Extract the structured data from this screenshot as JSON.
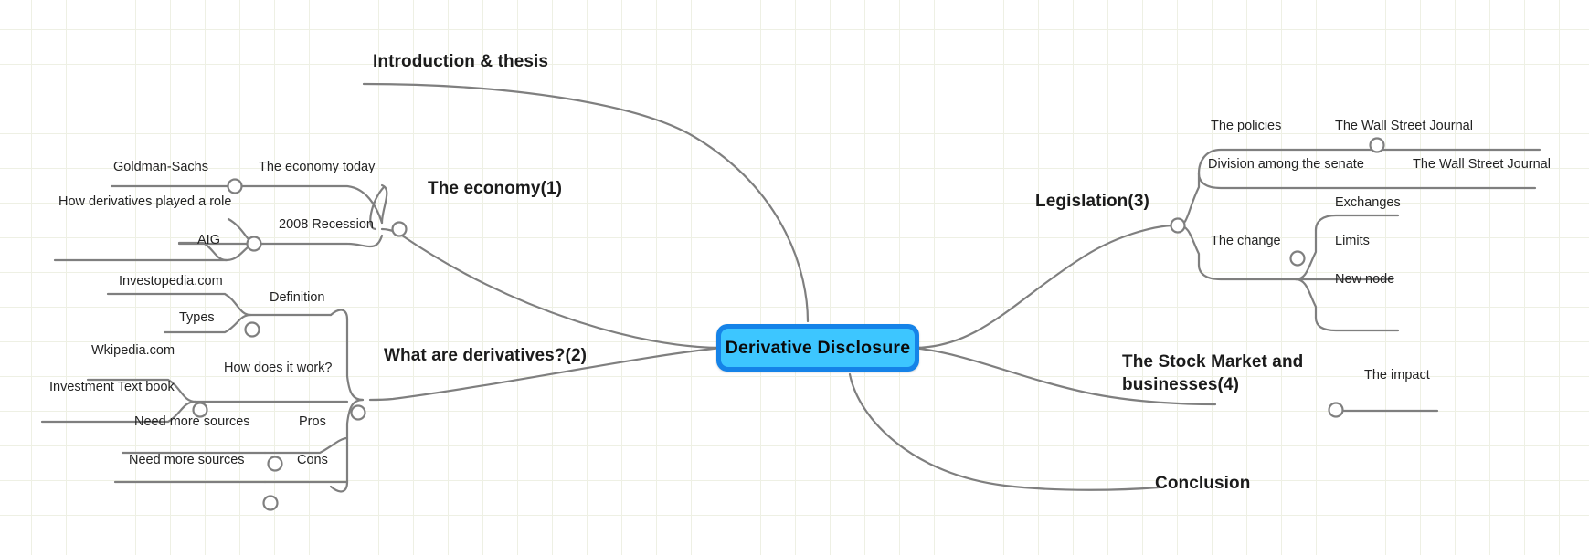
{
  "app": {
    "background_color": "#ffffff",
    "grid_color": "#eef0e4",
    "wire_color": "#7f7f7f"
  },
  "root": {
    "label": "Derivative Disclosure",
    "fill_color": "#3dc6ff",
    "border_color": "#1583e8"
  },
  "branches": [
    {
      "id": "introduction",
      "label": "Introduction & thesis",
      "side": "left",
      "children": []
    },
    {
      "id": "economy",
      "label": "The economy(1)",
      "side": "left",
      "children": [
        {
          "label": "The economy today",
          "children": [
            {
              "label": "Goldman-Sachs"
            }
          ]
        },
        {
          "label": "2008 Recession",
          "children": [
            {
              "label": "How derivatives played a role"
            },
            {
              "label": "AIG"
            }
          ]
        }
      ]
    },
    {
      "id": "derivatives",
      "label": "What are derivatives?(2)",
      "side": "left",
      "children": [
        {
          "label": "Definition",
          "children": [
            {
              "label": "Investopedia.com"
            },
            {
              "label": "Types"
            }
          ]
        },
        {
          "label": "How does it work?",
          "children": [
            {
              "label": "Wkipedia.com"
            },
            {
              "label": "Investment Text book"
            }
          ]
        },
        {
          "label": "Pros",
          "children": [
            {
              "label": "Need more sources"
            }
          ]
        },
        {
          "label": "Cons",
          "children": [
            {
              "label": "Need more sources"
            }
          ]
        }
      ]
    },
    {
      "id": "legislation",
      "label": "Legislation(3)",
      "side": "right",
      "children": [
        {
          "label": "The policies",
          "children": [
            {
              "label": "The Wall Street Journal"
            }
          ]
        },
        {
          "label": "Division among the senate",
          "children": [
            {
              "label": "The Wall Street Journal"
            }
          ]
        },
        {
          "label": "The change",
          "children": [
            {
              "label": "Exchanges"
            },
            {
              "label": "Limits"
            },
            {
              "label": "New node"
            }
          ]
        }
      ]
    },
    {
      "id": "stock-market",
      "label": "The Stock Market and businesses(4)",
      "label_line1": "The Stock Market and",
      "label_line2": "businesses(4)",
      "side": "right",
      "children": [
        {
          "label": "The impact",
          "children": []
        }
      ]
    },
    {
      "id": "conclusion",
      "label": "Conclusion",
      "side": "right",
      "children": []
    }
  ],
  "labels": {
    "introduction_thesis": "Introduction & thesis",
    "the_economy_1": "The economy(1)",
    "the_economy_today": "The economy today",
    "goldman_sachs": "Goldman-Sachs",
    "recession_2008": "2008 Recession",
    "how_derivatives_played_a_role": "How derivatives played a role",
    "aig": "AIG",
    "what_are_derivatives_2": "What are derivatives?(2)",
    "definition": "Definition",
    "investopedia": "Investopedia.com",
    "types": "Types",
    "how_does_it_work": "How does it work?",
    "wkipedia": "Wkipedia.com",
    "investment_text_book": "Investment Text book",
    "pros": "Pros",
    "cons": "Cons",
    "need_more_sources_pros": "Need more sources",
    "need_more_sources_cons": "Need more sources",
    "legislation_3": "Legislation(3)",
    "the_policies": "The policies",
    "wsj_policies": "The Wall Street Journal",
    "division_among_the_senate": "Division among the senate",
    "wsj_senate": "The Wall Street Journal",
    "the_change": "The change",
    "exchanges": "Exchanges",
    "limits": "Limits",
    "new_node": "New node",
    "stock_market_line1": "The Stock Market and",
    "stock_market_line2": "businesses(4)",
    "the_impact": "The impact",
    "conclusion": "Conclusion"
  }
}
